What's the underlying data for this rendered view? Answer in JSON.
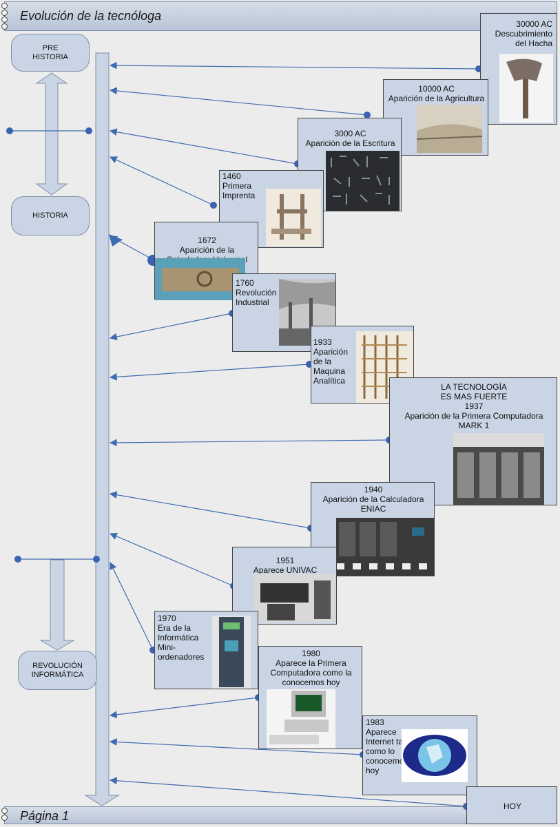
{
  "title": "Evolución de la tecnóloga",
  "footer": "Página 1",
  "eras": {
    "prehistoria": "PRE\nHISTORIA",
    "historia": "HISTORIA",
    "revolucion": "REVOLUCIÓN\nINFORMÁTICA"
  },
  "events": {
    "hacha": {
      "year": "30000 AC",
      "text": "Descubrimiento\ndel Hacha"
    },
    "agricultura": {
      "year": "10000 AC",
      "text": "Aparición de la Agricultura"
    },
    "escritura": {
      "year": "3000 AC",
      "text": "Aparición de la Escritura"
    },
    "imprenta": {
      "year": "1460",
      "text": "Primera\nImprenta"
    },
    "calculadora": {
      "year": "1672",
      "text": "Aparición de la\nCalculadora Universal"
    },
    "revolucion": {
      "year": "1760",
      "text": "Revolución\nIndustrial"
    },
    "maquina": {
      "year": "1933",
      "text": "Aparición\nde la\nMaquina\nAnalítica"
    },
    "mark": {
      "pre": "LA TECNOLOGÍA\nES MAS FUERTE",
      "year": "1937",
      "text": "Aparición de la Primera Computadora\nMARK 1"
    },
    "eniac": {
      "year": "1940",
      "text": "Aparición de la Calculadora\nENIAC"
    },
    "univac": {
      "year": "1951",
      "text": "Aparece UNIVAC"
    },
    "era1970": {
      "year": "1970",
      "text": "Era de la\nInformática\nMini-\nordenadores"
    },
    "pc1980": {
      "year": "1980",
      "text": "Aparece la Primera\nComputadora como la\nconocemos hoy"
    },
    "internet": {
      "year": "1983",
      "text": "Aparece\nInternet ta\ncomo lo\nconocemo\nhoy"
    },
    "hoy": {
      "text": "HOY"
    }
  },
  "colors": {
    "box": "#c9d4e4",
    "line": "#3f6bb0",
    "dot": "#3a62b0",
    "timeline": "#c9d4e4",
    "page": "#ececec"
  }
}
